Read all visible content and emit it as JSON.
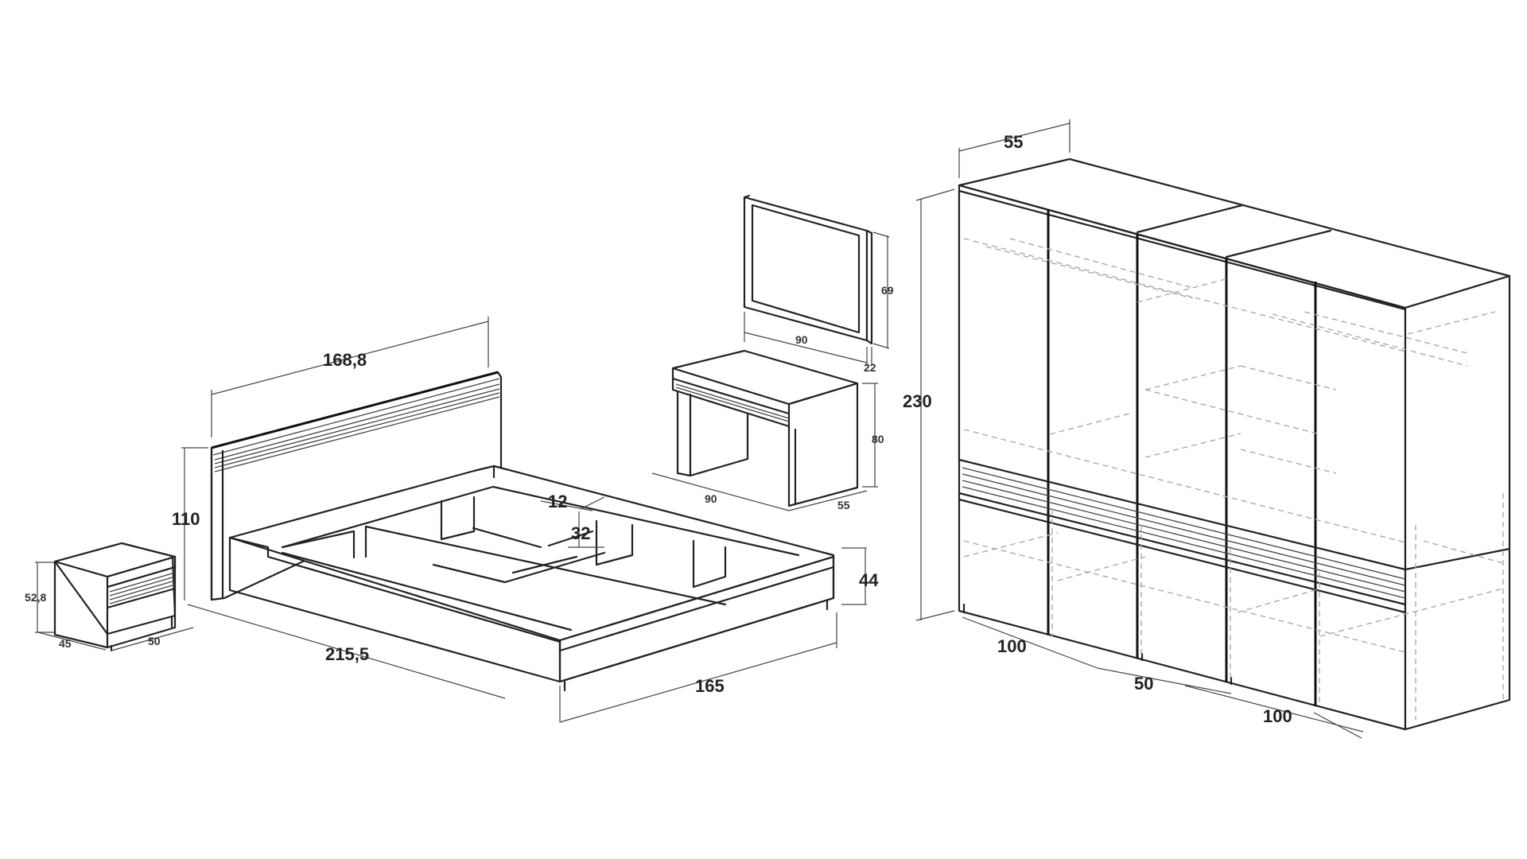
{
  "bed": {
    "headboard_width": "168,8",
    "headboard_height": "110",
    "length": "215,5",
    "width": "165",
    "frame_height": "44",
    "dim_12": "12",
    "dim_32": "32"
  },
  "nightstand": {
    "height": "52,8",
    "depth": "45",
    "width": "50"
  },
  "mirror": {
    "width": "90",
    "height": "69",
    "depth": "22"
  },
  "desk": {
    "width": "90",
    "height": "80",
    "depth": "55"
  },
  "wardrobe": {
    "depth": "55",
    "height": "230",
    "module_left": "100",
    "module_mid": "50",
    "module_right": "100"
  }
}
